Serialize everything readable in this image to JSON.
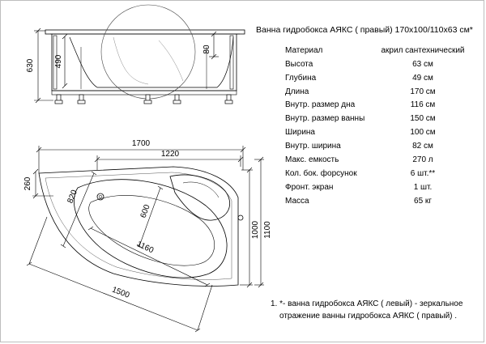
{
  "title": "Ванна гидробокса АЯКС ( правый)  170х100/110х63 см*",
  "specs": [
    {
      "name": "Материал",
      "value": "акрил сантехнический"
    },
    {
      "name": "Высота",
      "value": "63 см"
    },
    {
      "name": "Глубина",
      "value": "49 см"
    },
    {
      "name": "Длина",
      "value": "170 см"
    },
    {
      "name": "Внутр. размер дна",
      "value": "116 см"
    },
    {
      "name": "Внутр. размер ванны",
      "value": "150 см"
    },
    {
      "name": "Ширина",
      "value": "100 см"
    },
    {
      "name": "Внутр. ширина",
      "value": "82 см"
    },
    {
      "name": "Макс. емкость",
      "value": "270 л"
    },
    {
      "name": "Кол. бок. форсунок",
      "value": "6 шт.**"
    },
    {
      "name": "Фронт. экран",
      "value": "1 шт."
    },
    {
      "name": "Масса",
      "value": "65 кг"
    }
  ],
  "dimensions": {
    "d630": "630",
    "d490": "490",
    "d80": "80",
    "d1700": "1700",
    "d1220": "1220",
    "d260": "260",
    "d820": "820",
    "d600": "600",
    "d1000": "1000",
    "d1100": "1100",
    "d1160": "1160",
    "d1500": "1500"
  },
  "note": {
    "line1": "1. *- ванна гидробокса АЯКС  ( левый)   - зеркальное",
    "line2": "отражение ванны гидробокса АЯКС  ( правый)  ."
  }
}
